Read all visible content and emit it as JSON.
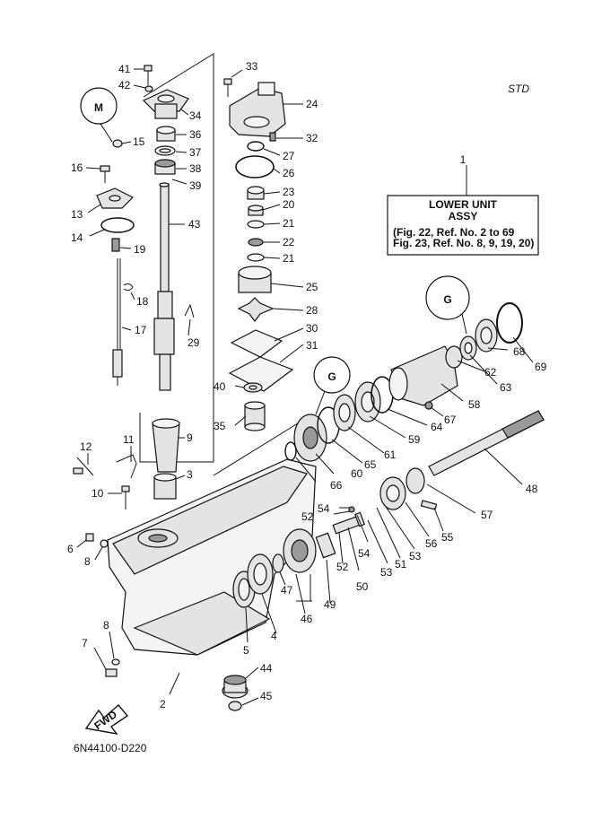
{
  "variant_label": "STD",
  "drawing_code": "6N44100-D220",
  "assembly_box": {
    "ref_number": "1",
    "title": "LOWER UNIT",
    "subtitle": "ASSY",
    "note_1": "(Fig. 22, Ref. No. 2 to 69",
    "note_2": " Fig. 23, Ref. No. 8, 9, 19, 20)"
  },
  "fwd_label": "FWD",
  "callouts": [
    "41",
    "42",
    "34",
    "36",
    "37",
    "38",
    "39",
    "15",
    "16",
    "13",
    "14",
    "19",
    "18",
    "17",
    "29",
    "43",
    "33",
    "24",
    "32",
    "27",
    "26",
    "23",
    "20",
    "21",
    "22",
    "21",
    "25",
    "28",
    "30",
    "31",
    "40",
    "35",
    "9",
    "12",
    "11",
    "10",
    "3",
    "6",
    "8",
    "7",
    "8",
    "2",
    "44",
    "45",
    "5",
    "4",
    "47",
    "46",
    "49",
    "52",
    "54",
    "52",
    "50",
    "53",
    "54",
    "51",
    "53",
    "56",
    "55",
    "57",
    "48",
    "66",
    "60",
    "65",
    "61",
    "59",
    "64",
    "67",
    "58",
    "62",
    "63",
    "68",
    "69"
  ],
  "icons": {
    "magnet_callout": "magnet-icon",
    "clip_callout_a": "clip-icon",
    "clip_callout_b": "clip-icon",
    "fwd_arrow": "forward-arrow-icon"
  }
}
